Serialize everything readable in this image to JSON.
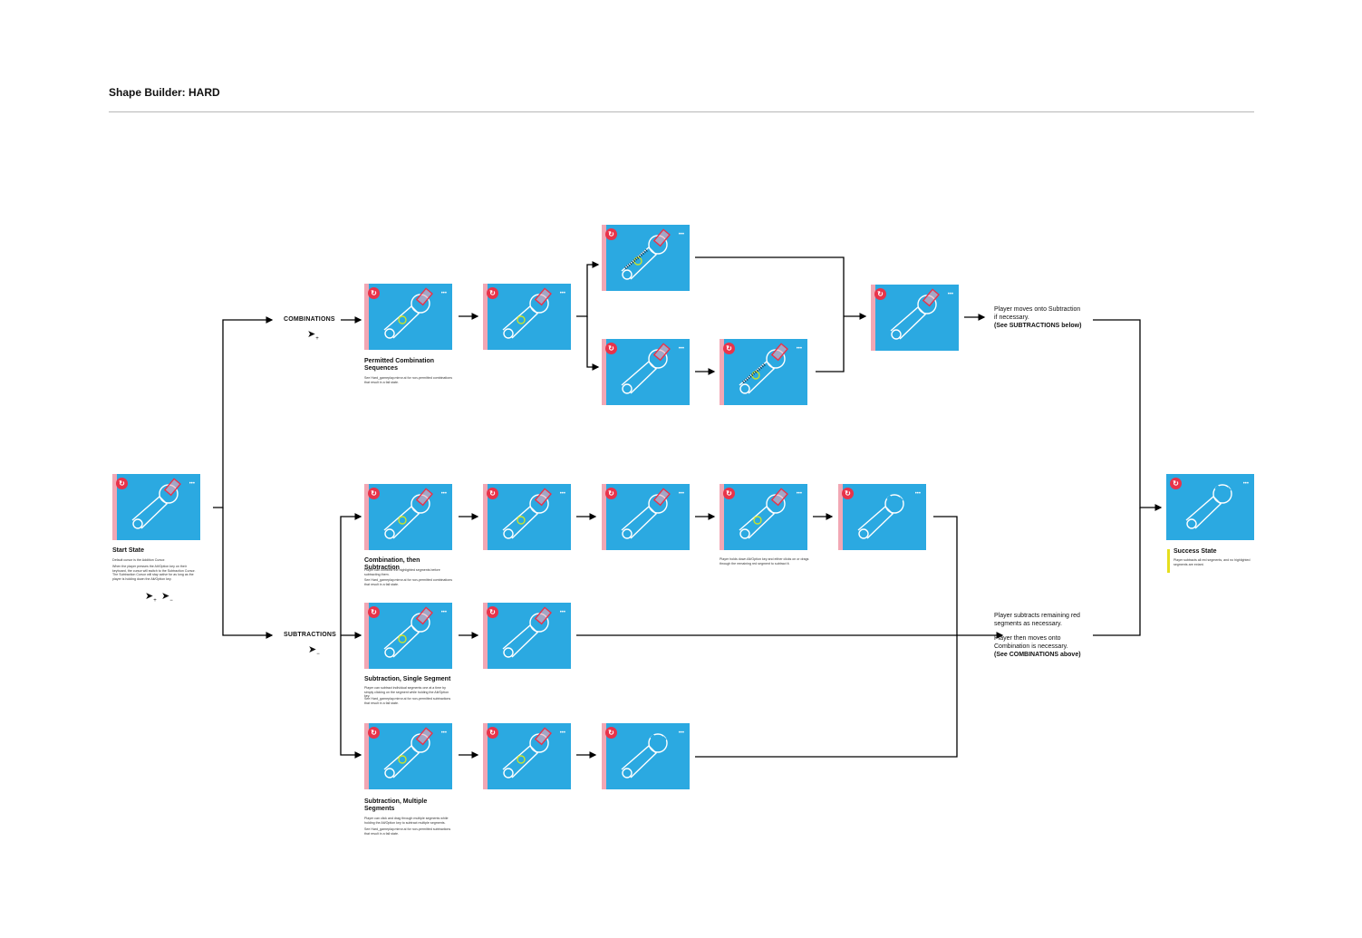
{
  "title": "Shape Builder: HARD",
  "labels": {
    "combinations": "COMBINATIONS",
    "subtractions": "SUBTRACTIONS"
  },
  "sections": {
    "start": {
      "title": "Start State",
      "line1": "Default cursor is the Addition Cursor.",
      "line2": "When the player presses the Alt/Option key on their keyboard, the cursor will switch to the Subtraction Cursor. The Subtraction Cursor will stay active for as long as the player is holding down the Alt/Option key."
    },
    "permitted": {
      "title": "Permitted Combination Sequences",
      "line1": "See Hard_gameplay.mirror.ai for non-permitted combinations that result in a fail state."
    },
    "combo_sub": {
      "title": "Combination, then Subtraction",
      "line1": "Player can combine the highlighted segments before subtracting them.",
      "line2": "See Hard_gameplay.mirror.ai for non-permitted combinations that result in a fail state."
    },
    "drag_note": "Player holds down Alt/Option key and either clicks on or drags through the remaining red segment to subtract it.",
    "single": {
      "title": "Subtraction, Single Segment",
      "line1": "Player can subtract individual segments one at a time by simply clicking on the segment while holding the Alt/Option key.",
      "line2": "See Hard_gameplay.mirror.ai for non-permitted subtractions that result in a fail state."
    },
    "multiple": {
      "title": "Subtraction, Multiple Segments",
      "line1": "Player can click and drag through multiple segments while holding the Alt/Option key to subtract multiple segments.",
      "line2": "See Hard_gameplay.mirror.ai for non-permitted subtractions that result in a fail state."
    },
    "success": {
      "title": "Success State",
      "line1": "Player subtracts all red segments, and no highlighted segments are extant."
    }
  },
  "side_notes": {
    "top_line1": "Player moves onto Subtraction",
    "top_line2": "if necessary.",
    "top_bold": "(See SUBTRACTIONS below)",
    "bottom_line1": "Player subtracts remaining red",
    "bottom_line2": "segments as necessary.",
    "bottom_line3": "Player then moves onto",
    "bottom_line4": "Combination is necessary.",
    "bottom_bold": "(See COMBINATIONS above)"
  },
  "colors": {
    "card": "#2ba9e1",
    "stripe": "#f2a7b4",
    "badge": "#e8334a",
    "highlight": "#c8e22a",
    "success": "#e6df1e"
  },
  "icons": {
    "cursor_add": "arrow-cursor-plus-icon",
    "cursor_sub": "arrow-cursor-minus-icon",
    "card_shape": "wrench-icon"
  }
}
